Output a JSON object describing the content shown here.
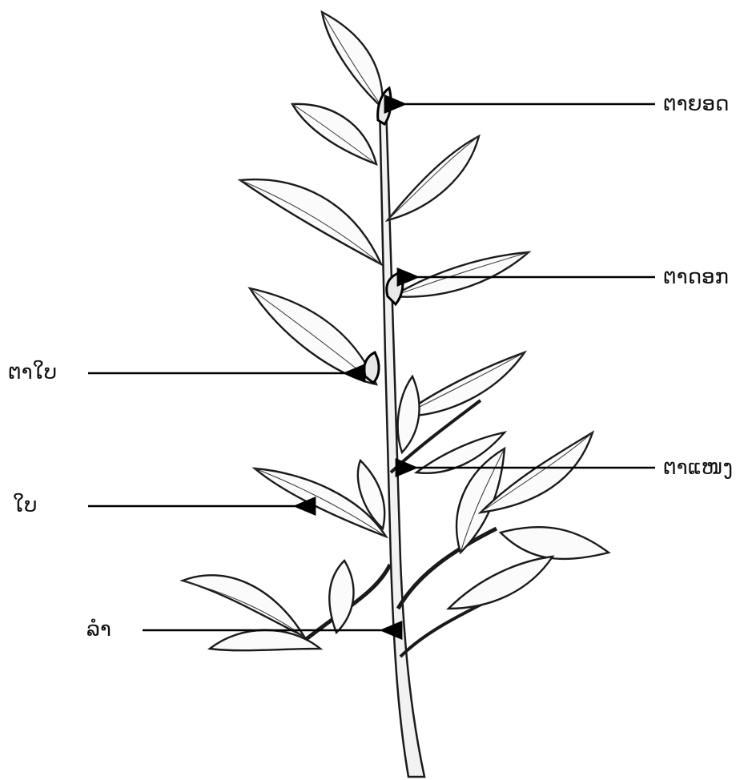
{
  "labels": {
    "terminal_bud": "ຕາຍອດ",
    "flower_bud": "ຕາດອກ",
    "axillary_bud": "ຕາໃບ",
    "leaf": "ໃບ",
    "lateral_bud": "ຕາແໜງ",
    "stem": "ລຳ"
  },
  "colors": {
    "line": "#000000",
    "background": "#ffffff"
  }
}
